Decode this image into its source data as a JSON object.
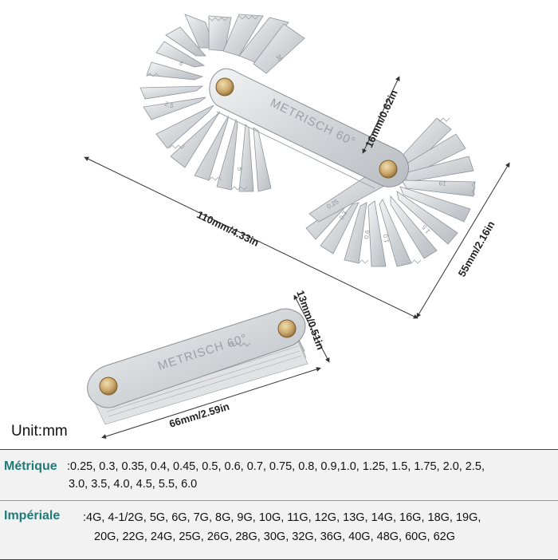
{
  "dimensions": {
    "tool_length": "110mm/4.33in",
    "fan_height": "55mm/2.16in",
    "blade_width": "16mm/0.62in",
    "closed_thickness": "13mm/0.51in",
    "closed_length": "66mm/2.59in"
  },
  "tool": {
    "stamp_open": "METRISCH 60°",
    "stamp_closed": "METRISCH 60°",
    "leaf_numbers": [
      "0.25",
      "0.3",
      "0.6",
      "1.0",
      "1.5",
      "6",
      "2.5",
      "36",
      "19",
      "5"
    ]
  },
  "unit_label": "Unit:mm",
  "specs": {
    "metric": {
      "label": "Métrique",
      "line1": ":0.25, 0.3, 0.35, 0.4, 0.45, 0.5, 0.6, 0.7, 0.75, 0.8, 0.9,1.0, 1.25, 1.5, 1.75, 2.0, 2.5,",
      "line2": "3.0, 3.5, 4.0, 4.5, 5.5, 6.0"
    },
    "imperial": {
      "label": "Impériale",
      "line1": ":4G, 4-1/2G, 5G, 6G, 7G, 8G, 9G, 10G, 11G, 12G, 13G, 14G, 16G, 18G, 19G,",
      "line2": "20G, 22G, 24G, 25G, 26G, 28G, 30G, 32G, 36G, 40G, 48G, 60G, 62G"
    }
  },
  "colors": {
    "steel": "#d9dcdf",
    "rivet": "#c9a56b",
    "accent_label": "#1f7a78"
  }
}
